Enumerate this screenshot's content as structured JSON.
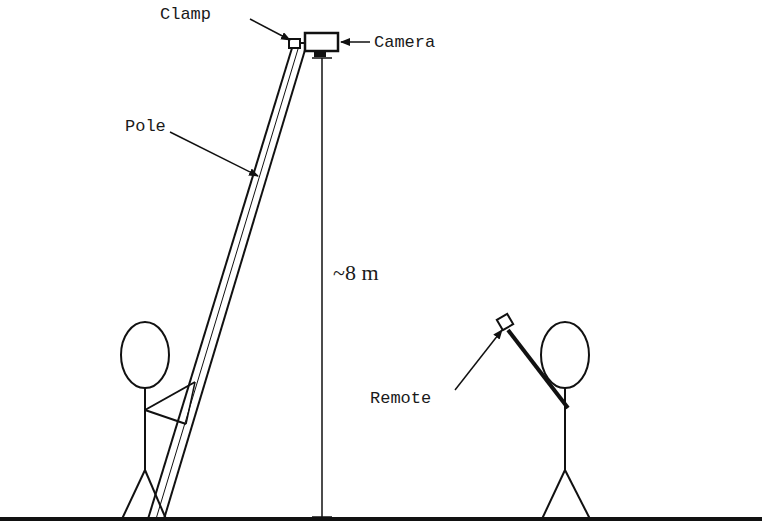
{
  "diagram": {
    "labels": [
      "Clamp",
      "Camera",
      "Pole",
      "~8 m",
      "Remote"
    ]
  }
}
